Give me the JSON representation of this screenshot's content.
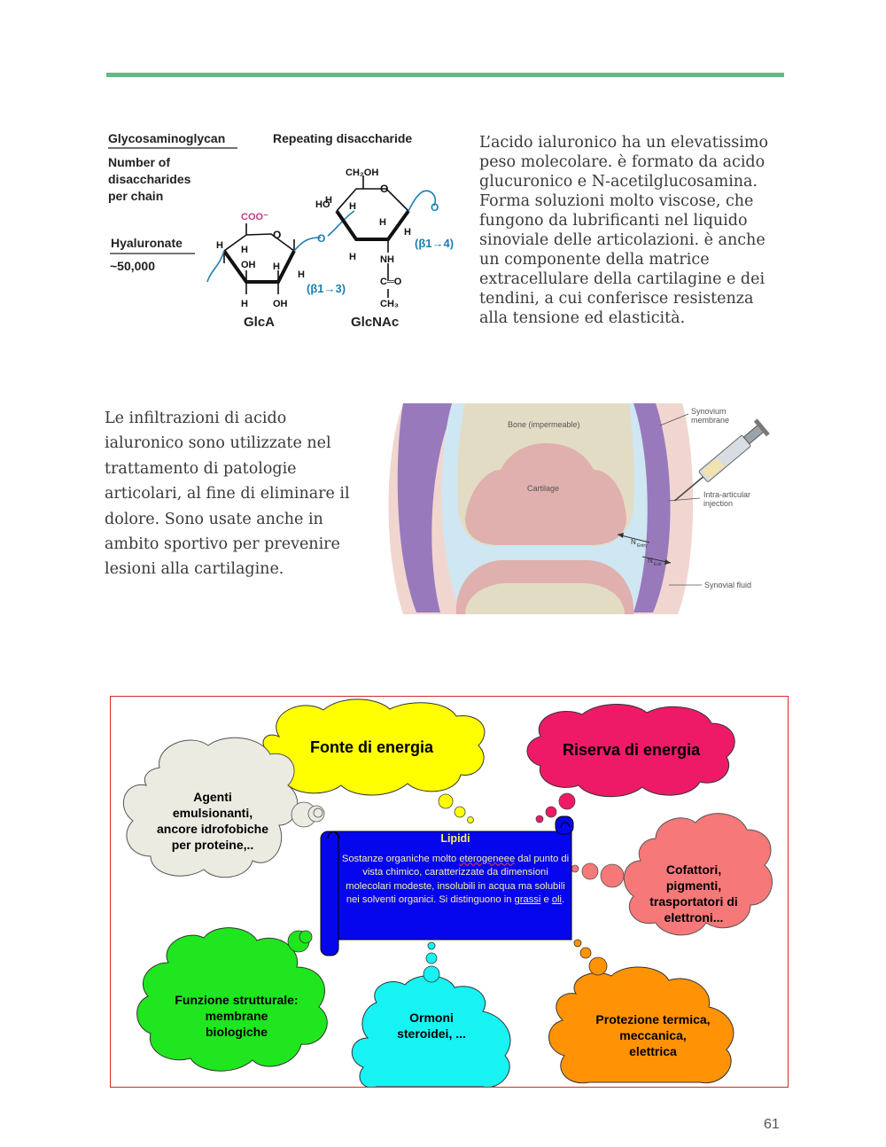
{
  "chem_figure": {
    "header_left": "Glycosaminoglycan",
    "header_right": "Repeating disaccharide",
    "sub_label_1": "Number of",
    "sub_label_2": "disaccharides",
    "sub_label_3": "per chain",
    "name": "Hyaluronate",
    "count": "~50,000",
    "coo": "COO⁻",
    "ch2oh": "CH₂OH",
    "link_b13": "(β1→3)",
    "link_b14": "(β1→4)",
    "glca": "GlcA",
    "glcnac": "GlcNAc",
    "nh": "NH",
    "co": "C═O",
    "ch3": "CH₃"
  },
  "paragraph_1": "L’acido ialuronico ha un elevatissimo peso molecolare. è formato da acido glucuronico e N-acetilglucosamina. Forma soluzioni molto viscose, che fungono da lubrificanti nel liquido sinoviale delle articolazioni. è anche un componente della matrice extracellulare della cartilagine e dei tendini, a cui conferisce resistenza alla tensione ed elasticità.",
  "paragraph_2": "Le infiltrazioni di acido ialuronico sono utilizzate nel trattamento di patologie articolari, al fine di eliminare il dolore. Sono usate anche in ambito sportivo per prevenire lesioni alla cartilagine.",
  "joint_figure": {
    "bone": "Bone (impermeable)",
    "cartilage": "Cartilage",
    "synovium_1": "Synovium",
    "synovium_2": "membrane",
    "injection_1": "Intra-articular",
    "injection_2": "injection",
    "fluid": "Synovial fluid",
    "n_entry": "N",
    "n_entry_sub": "Entry",
    "n_exit": "N",
    "n_exit_sub": "Exit"
  },
  "lipid_map": {
    "center_title": "Lipidi",
    "center_text_1": "Sostanze organiche molto",
    "center_text_eter": "eterogeneee",
    "center_text_2": "dal punto di vista chimico, caratterizzate da dimensioni molecolari modeste, insolubili in acqua ma solubili nei solventi organici. Si distinguono in",
    "center_link_grassi": "grassi",
    "center_text_e": "e",
    "center_link_oli": "oli",
    "center_text_end": ".",
    "fonte": "Fonte di energia",
    "riserva": "Riserva di energia",
    "agenti_1": "Agenti",
    "agenti_2": "emulsionanti,",
    "agenti_3": "ancore idrofobiche",
    "agenti_4": "per proteine,..",
    "cofattori_1": "Cofattori,",
    "cofattori_2": "pigmenti,",
    "cofattori_3": "trasportatori di",
    "cofattori_4": "elettroni...",
    "strutturale_1": "Funzione strutturale:",
    "strutturale_2": "membrane",
    "strutturale_3": "biologiche",
    "ormoni_1": "Ormoni",
    "ormoni_2": "steroidei, ...",
    "protezione_1": "Protezione termica,",
    "protezione_2": "meccanica,",
    "protezione_3": "elettrica",
    "colors": {
      "fonte": "#ffff00",
      "riserva": "#ee1a68",
      "agenti": "#ecebe2",
      "cofattori": "#f67878",
      "strutturale": "#1fe61f",
      "ormoni": "#17f3f3",
      "protezione": "#ff9305",
      "scroll": "#0505ee",
      "frame": "#d02a2a"
    }
  },
  "page_number": "61"
}
